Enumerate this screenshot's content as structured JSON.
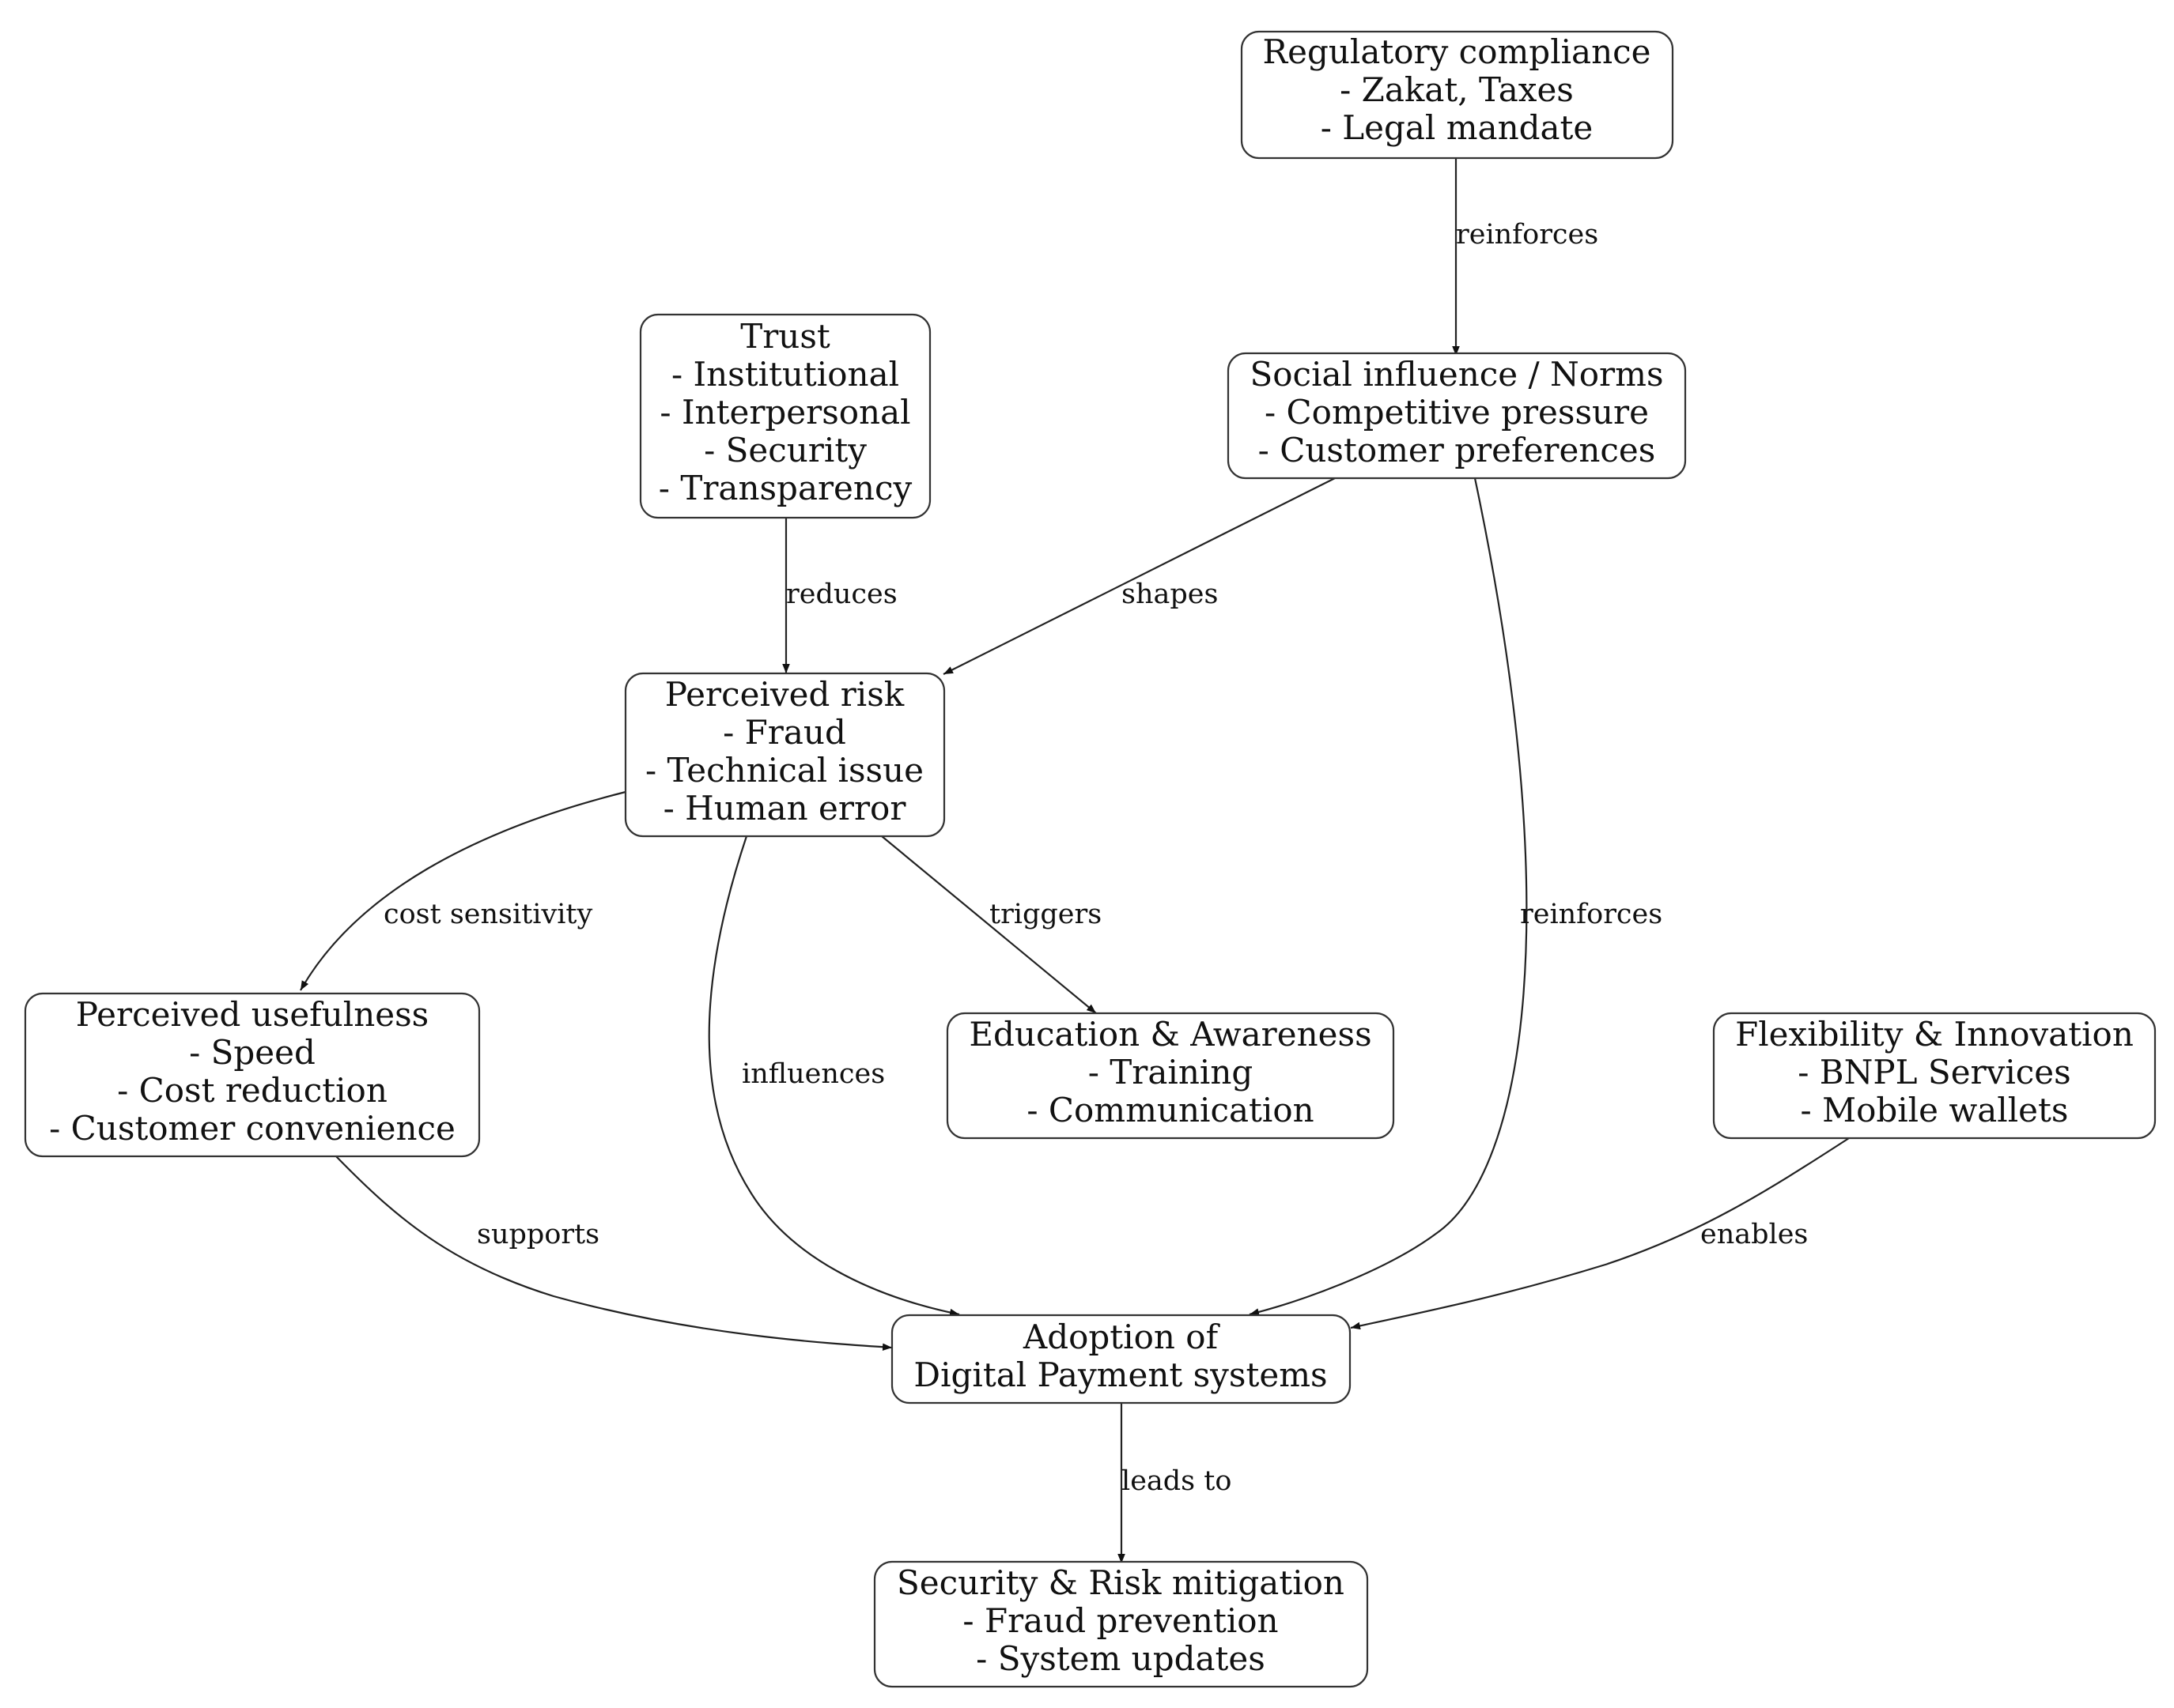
{
  "nodes": {
    "regulatory": [
      "Regulatory compliance",
      "- Zakat, Taxes",
      "- Legal mandate"
    ],
    "trust": [
      "Trust",
      "- Institutional",
      "- Interpersonal",
      "- Security",
      "- Transparency"
    ],
    "social": [
      "Social influence / Norms",
      "- Competitive pressure",
      "- Customer preferences"
    ],
    "risk": [
      "Perceived risk",
      "- Fraud",
      "- Technical issue",
      "- Human error"
    ],
    "usefulness": [
      "Perceived usefulness",
      "- Speed",
      "- Cost reduction",
      "- Customer convenience"
    ],
    "education": [
      "Education & Awareness",
      "- Training",
      "- Communication"
    ],
    "flexibility": [
      "Flexibility & Innovation",
      "- BNPL Services",
      "- Mobile wallets"
    ],
    "adoption": [
      "Adoption of",
      "Digital Payment systems"
    ],
    "security": [
      "Security & Risk mitigation",
      "- Fraud prevention",
      "- System updates"
    ]
  },
  "edges": [
    {
      "from": "regulatory",
      "to": "social",
      "label": "reinforces"
    },
    {
      "from": "trust",
      "to": "risk",
      "label": "reduces"
    },
    {
      "from": "social",
      "to": "risk",
      "label": "shapes"
    },
    {
      "from": "social",
      "to": "adoption",
      "label": "reinforces"
    },
    {
      "from": "risk",
      "to": "usefulness",
      "label": "cost sensitivity"
    },
    {
      "from": "risk",
      "to": "adoption",
      "label": "influences"
    },
    {
      "from": "risk",
      "to": "education",
      "label": "triggers"
    },
    {
      "from": "usefulness",
      "to": "adoption",
      "label": "supports"
    },
    {
      "from": "flexibility",
      "to": "adoption",
      "label": "enables"
    },
    {
      "from": "adoption",
      "to": "security",
      "label": "leads to"
    }
  ]
}
